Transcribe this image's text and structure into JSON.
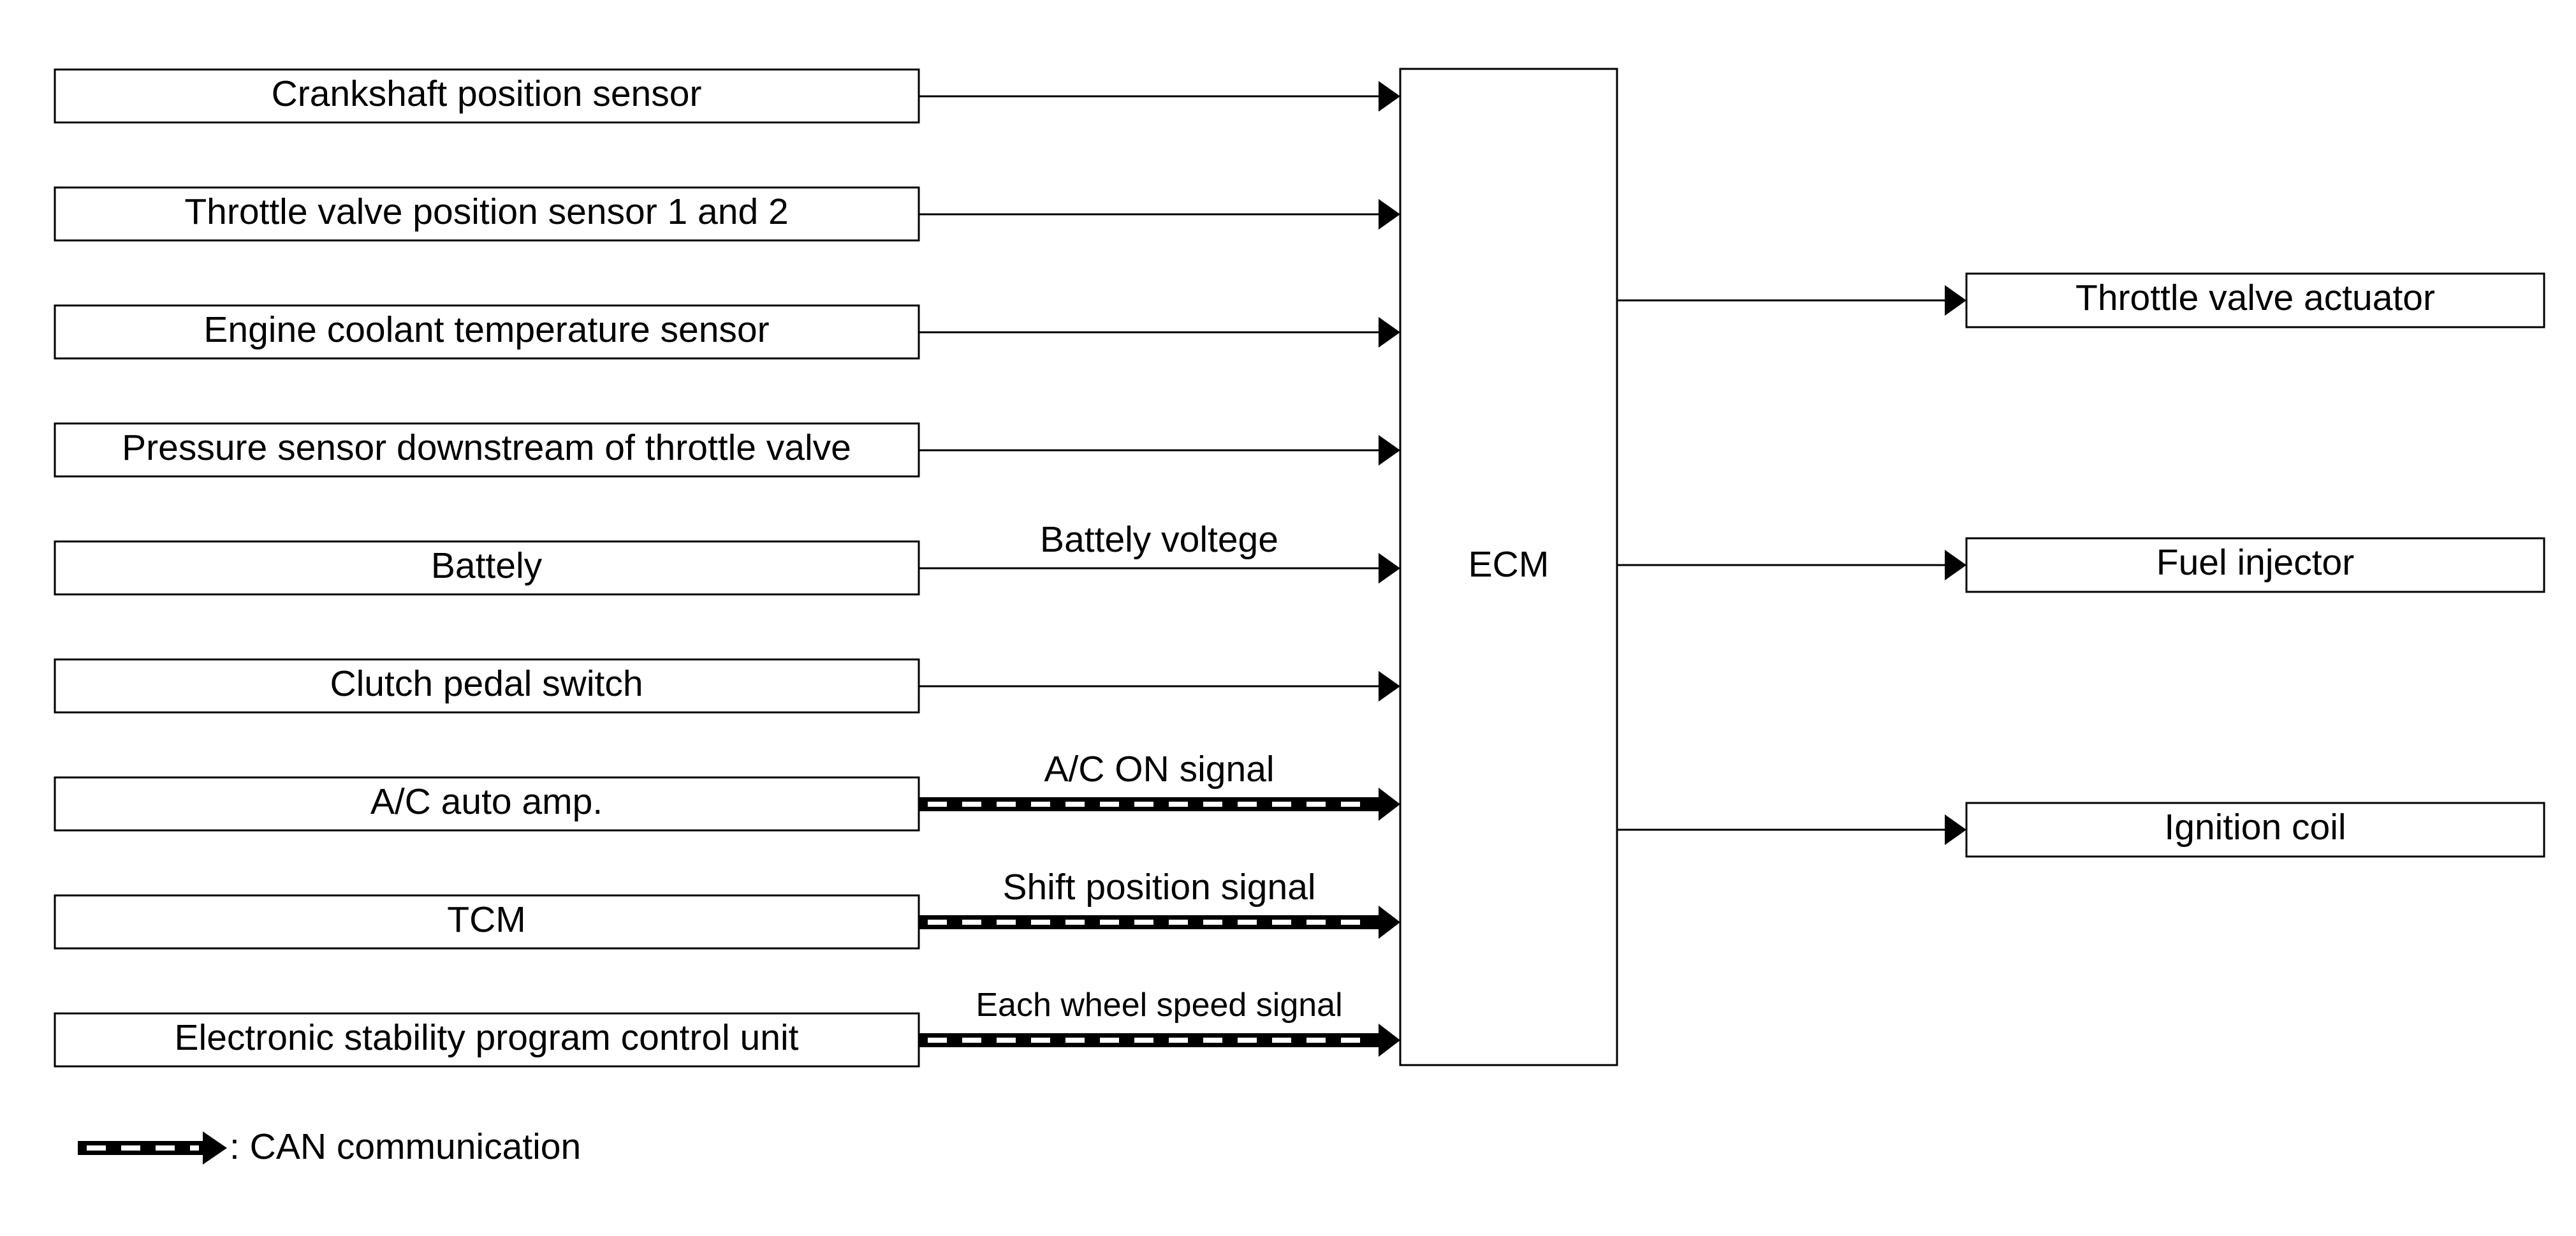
{
  "ecm": {
    "label": "ECM"
  },
  "inputs": [
    {
      "label": "Crankshaft position sensor",
      "signal": "",
      "can": false
    },
    {
      "label": "Throttle valve position sensor 1 and 2",
      "signal": "",
      "can": false
    },
    {
      "label": "Engine coolant temperature sensor",
      "signal": "",
      "can": false
    },
    {
      "label": "Pressure sensor downstream of throttle valve",
      "signal": "",
      "can": false
    },
    {
      "label": "Battely",
      "signal": "Battely voltege",
      "can": false
    },
    {
      "label": "Clutch pedal switch",
      "signal": "",
      "can": false
    },
    {
      "label": "A/C auto amp.",
      "signal": "A/C ON signal",
      "can": true
    },
    {
      "label": "TCM",
      "signal": "Shift position signal",
      "can": true
    },
    {
      "label": "Electronic stability program control unit",
      "signal": "Each wheel speed signal",
      "can": true
    }
  ],
  "outputs": [
    {
      "label": "Throttle valve actuator"
    },
    {
      "label": "Fuel injector"
    },
    {
      "label": "Ignition coil"
    }
  ],
  "legend": {
    "text": ": CAN communication"
  },
  "colors": {
    "line": "#000000",
    "background": "#ffffff"
  }
}
